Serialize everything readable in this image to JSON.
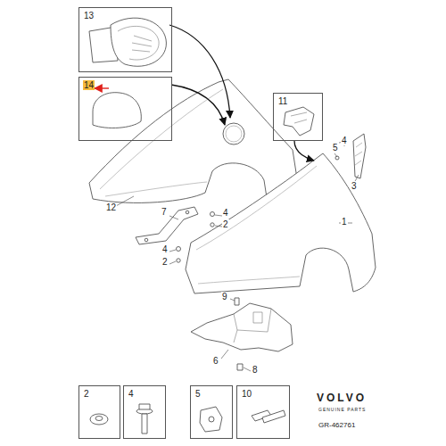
{
  "diagram": {
    "nodes": [
      {
        "text": [
          "13"
        ]
      },
      {
        "text": [
          "14"
        ]
      },
      {
        "text": [
          "11"
        ]
      },
      {
        "text": [
          "2"
        ]
      },
      {
        "text": [
          "4"
        ]
      },
      {
        "text": [
          "5"
        ]
      },
      {
        "text": [
          "10"
        ]
      }
    ],
    "labels": [
      "12",
      "1",
      "3",
      "4",
      "5",
      "7",
      "4",
      "2",
      "4",
      "2",
      "9",
      "6",
      "8",
      "VOLVO",
      "GENUINE PARTS",
      "GR-462761"
    ]
  }
}
